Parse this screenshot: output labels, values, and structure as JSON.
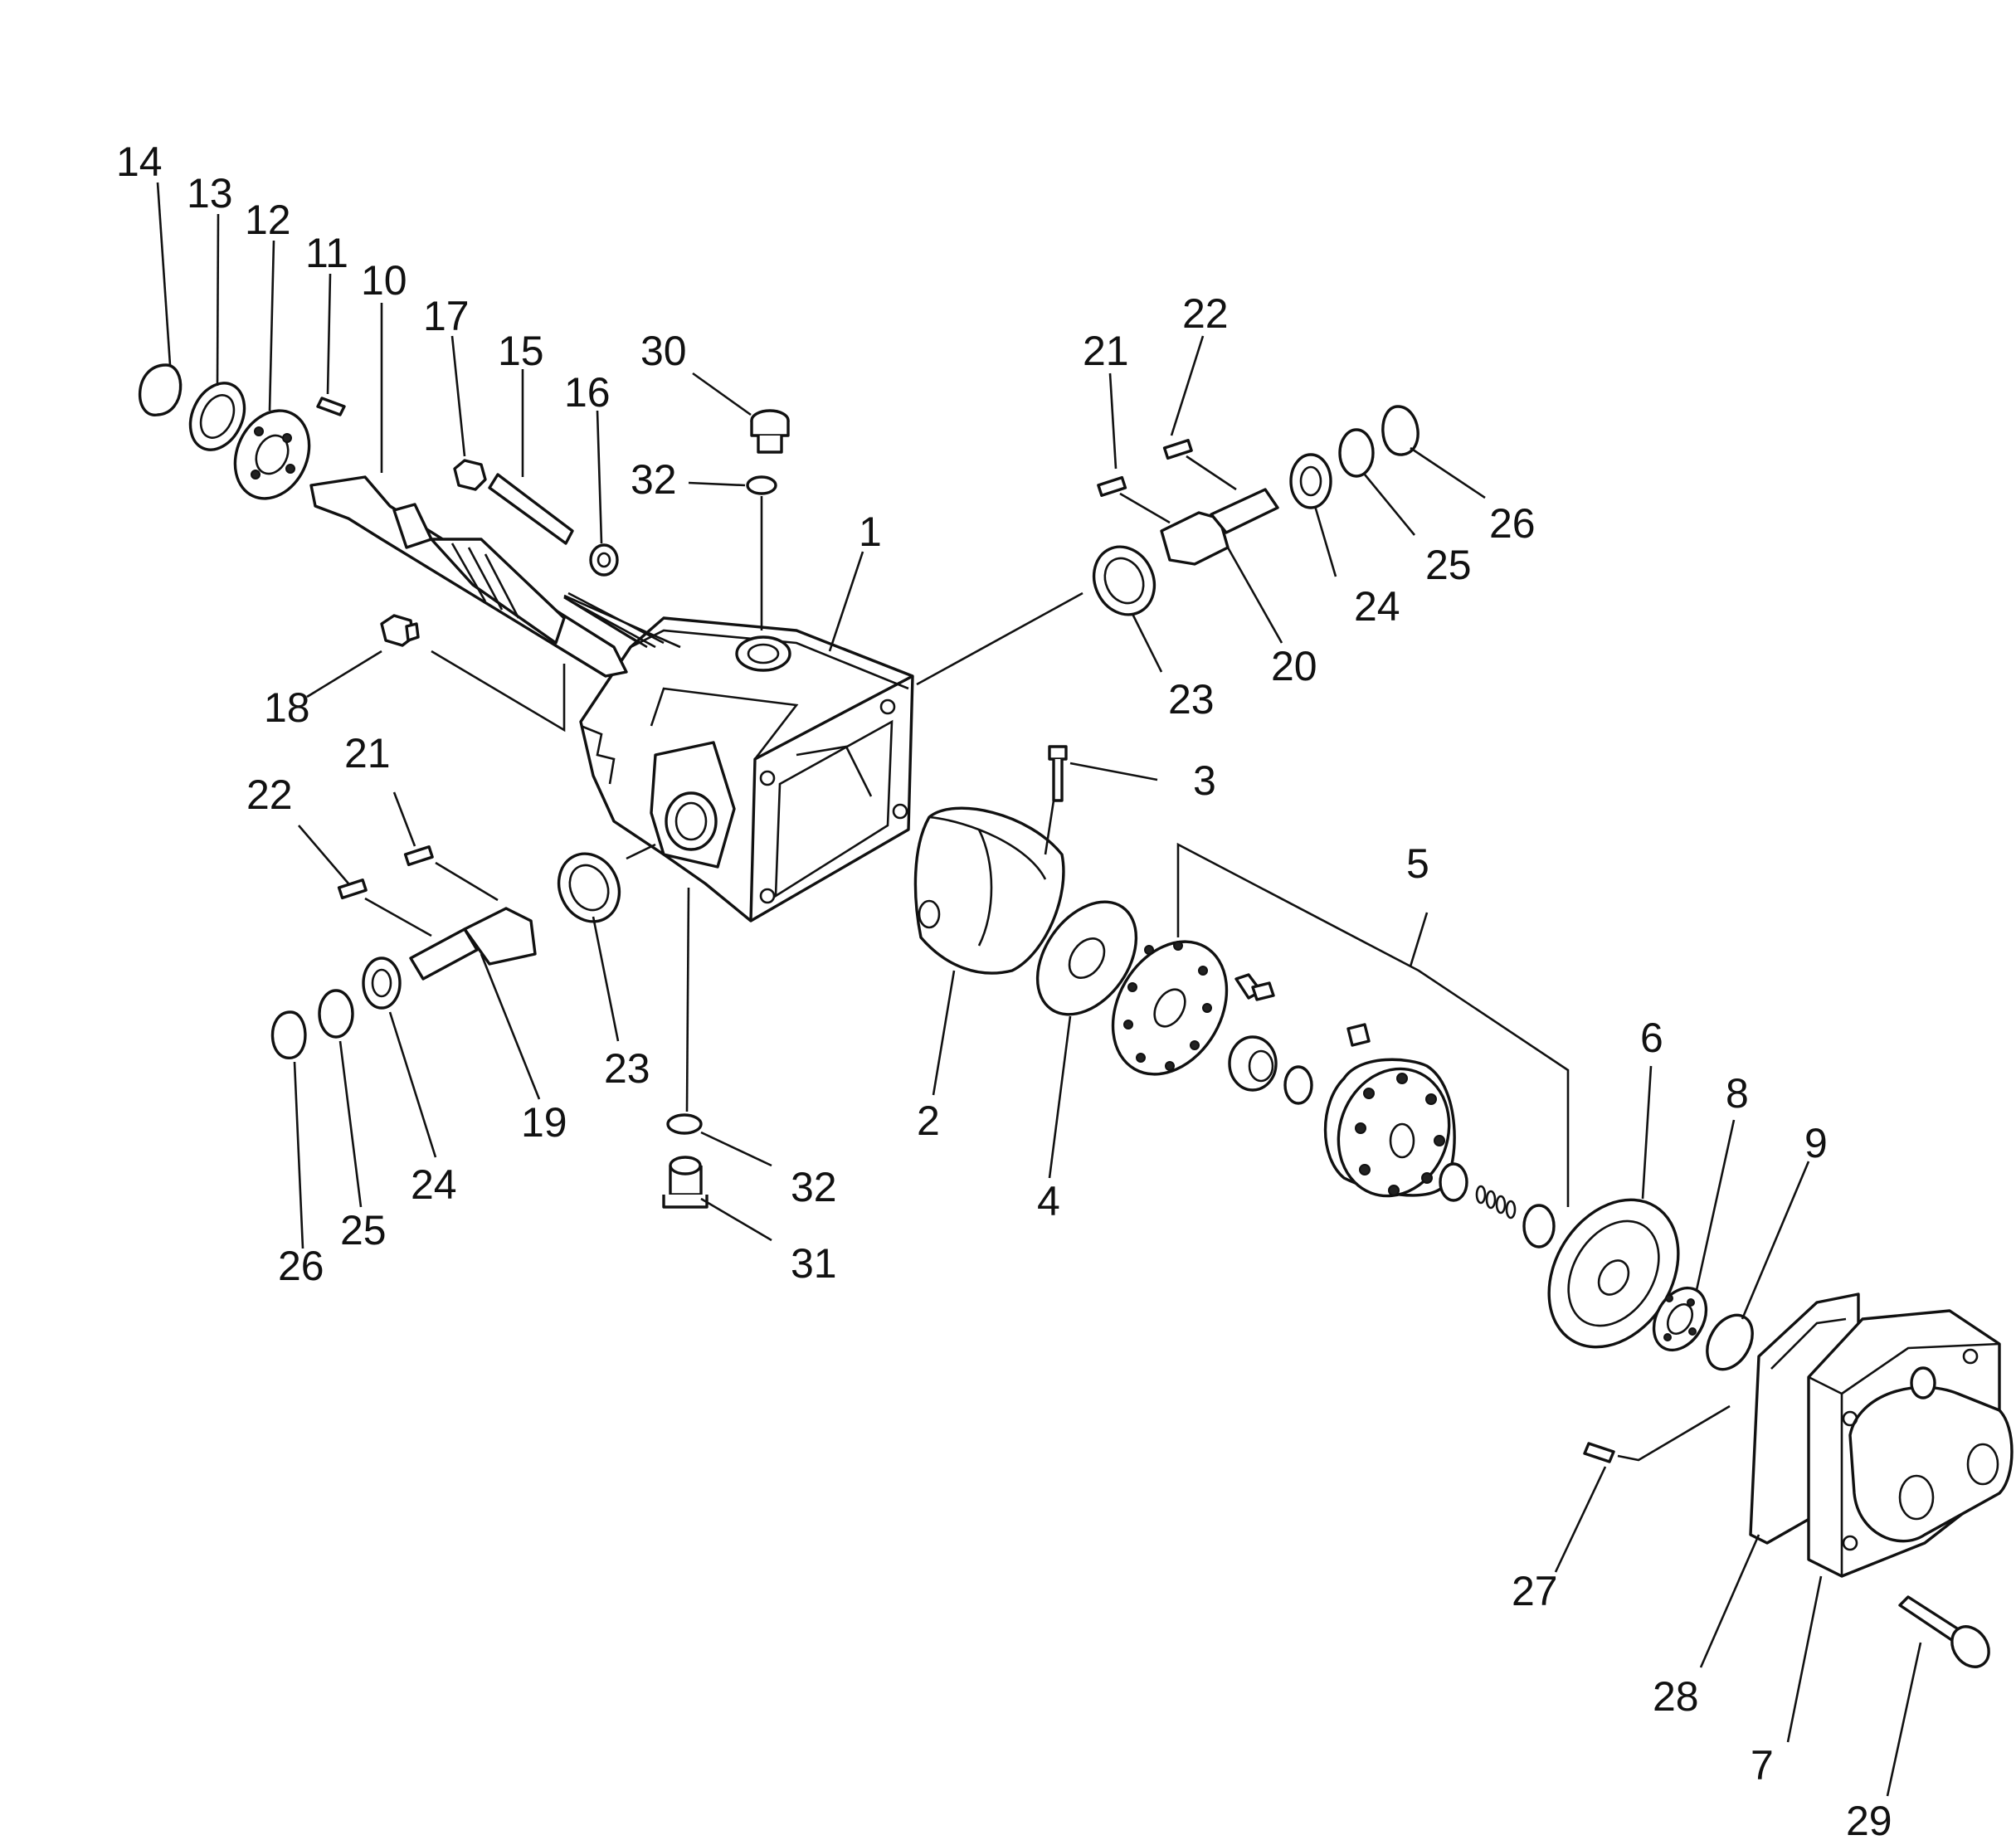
{
  "diagram": {
    "part_numbers": {
      "p1": "1",
      "p2": "2",
      "p3": "3",
      "p4": "4",
      "p5": "5",
      "p6": "6",
      "p7": "7",
      "p8": "8",
      "p9": "9",
      "p10": "10",
      "p11": "11",
      "p12": "12",
      "p13": "13",
      "p14": "14",
      "p15": "15",
      "p16": "16",
      "p17": "17",
      "p18": "18",
      "p19": "19",
      "p20": "20",
      "p21": "21",
      "p22": "22",
      "p23": "23",
      "p24": "24",
      "p25": "25",
      "p26": "26",
      "p27": "27",
      "p28": "28",
      "p29": "29",
      "p30": "30",
      "p31": "31",
      "p32": "32"
    }
  }
}
